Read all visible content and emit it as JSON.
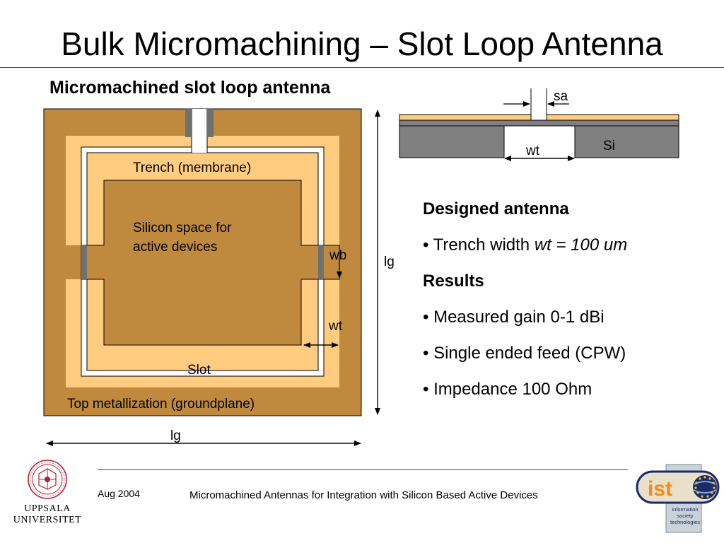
{
  "title": "Bulk Micromachining – Slot Loop Antenna",
  "subtitle": "Micromachined slot loop antenna",
  "diagram": {
    "trench_label": "Trench (membrane)",
    "silicon_label_line1": "Silicon space for",
    "silicon_label_line2": "active devices",
    "wb_label": "wb",
    "wt_label": "wt",
    "slot_label": "Slot",
    "groundplane_label": "Top metallization (groundplane)",
    "lg_horizontal_label": "lg",
    "lg_vertical_label": "lg",
    "cross_section": {
      "sa_label": "sa",
      "wt_label": "wt",
      "si_label": "Si"
    },
    "colors": {
      "metal": "#c08a3e",
      "trench": "#ffcc80",
      "slot": "#ffffff",
      "feed_gap": "#707070",
      "silicon": "#808080"
    }
  },
  "results": {
    "designed_heading": "Designed antenna",
    "trench_prefix": "• Trench width ",
    "trench_value": "wt = 100 um",
    "results_heading": "Results",
    "gain": "• Measured gain 0-1 dBi",
    "feed": "• Single ended feed (CPW)",
    "impedance": "• Impedance 100 Ohm"
  },
  "footer": {
    "date": "Aug 2004",
    "text": "Micromachined Antennas for Integration with Silicon Based Active Devices"
  },
  "logos": {
    "uppsala_line1": "UPPSALA",
    "uppsala_line2": "UNIVERSITET",
    "ist_mark": "ist",
    "ist_caption_line1": "information",
    "ist_caption_line2": "society",
    "ist_caption_line3": "technologies",
    "uppsala_color": "#b0213a",
    "ist_color": "#f28a1e"
  }
}
